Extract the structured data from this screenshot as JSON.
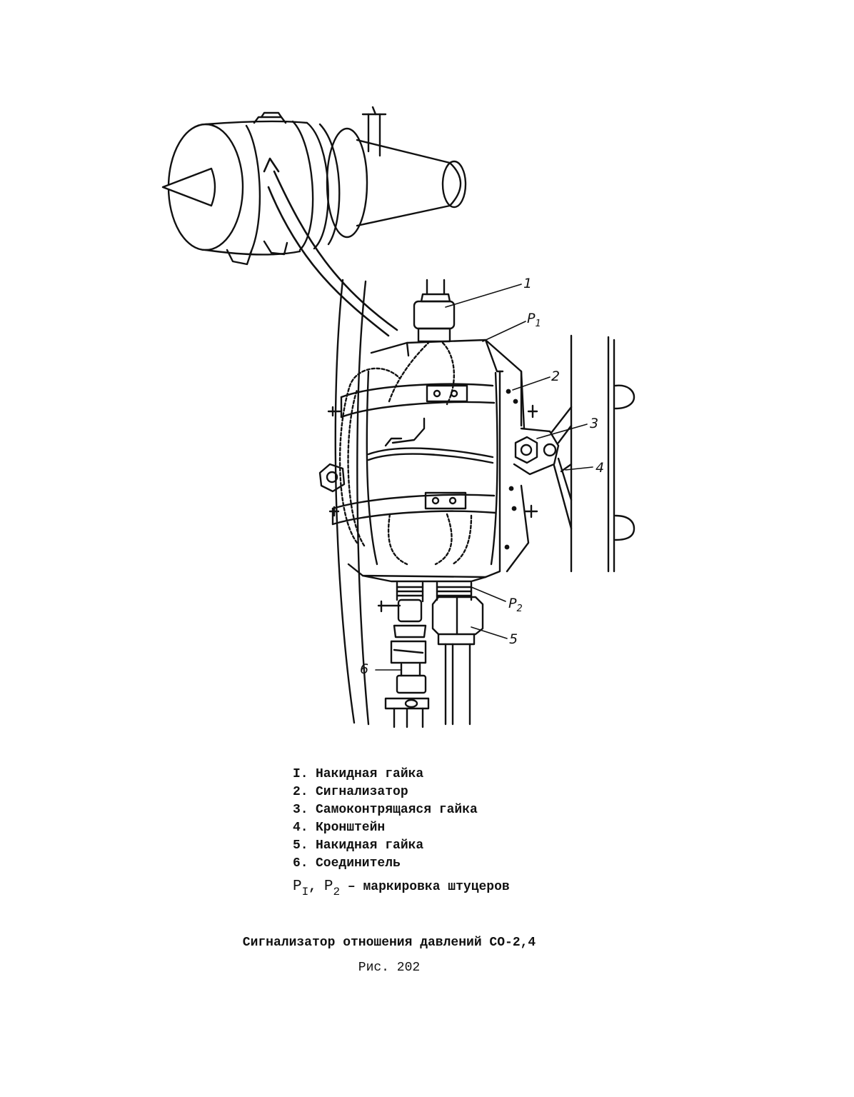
{
  "callouts": {
    "c1": "1",
    "p1_letter": "P",
    "p1_sub": "1",
    "c2": "2",
    "c3": "3",
    "c4": "4",
    "p2_letter": "P",
    "p2_sub": "2",
    "c5": "5",
    "c6": "6"
  },
  "legend": [
    {
      "num": "I.",
      "text": "Накидная гайка"
    },
    {
      "num": "2.",
      "text": "Сигнализатор"
    },
    {
      "num": "3.",
      "text": "Самоконтрящаяся гайка"
    },
    {
      "num": "4.",
      "text": "Кронштейн"
    },
    {
      "num": "5.",
      "text": "Накидная гайка"
    },
    {
      "num": "6.",
      "text": "Соединитель"
    }
  ],
  "marking": {
    "p1_letter": "P",
    "p1_sub": "I",
    "sep": ",",
    "p2_letter": "P",
    "p2_sub": "2",
    "text": "– маркировка штуцеров"
  },
  "caption": {
    "title": "Сигнализатор отношения давлений СО-2,4",
    "figure": "Рис. 202"
  }
}
